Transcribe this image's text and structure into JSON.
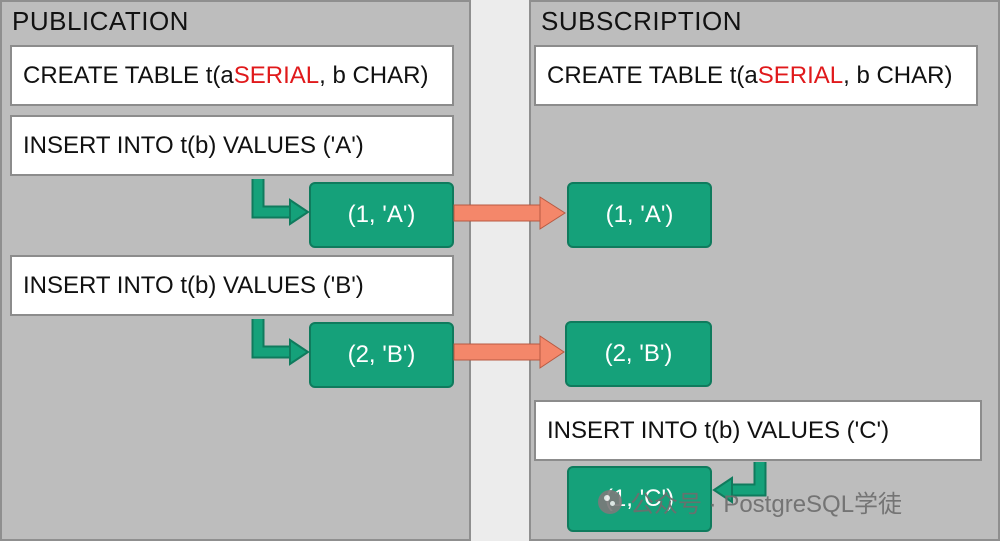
{
  "publication": {
    "title": "PUBLICATION",
    "create": {
      "pre": "CREATE TABLE t(a ",
      "kw": "SERIAL",
      "post": ", b CHAR)"
    },
    "insert_a": "INSERT INTO t(b) VALUES ('A')",
    "row_a": "(1, 'A')",
    "insert_b": "INSERT INTO t(b) VALUES ('B')",
    "row_b": "(2, 'B')"
  },
  "subscription": {
    "title": "SUBSCRIPTION",
    "create": {
      "pre": "CREATE TABLE t(a ",
      "kw": "SERIAL",
      "post": ", b CHAR)"
    },
    "row_a": "(1, 'A')",
    "row_b": "(2, 'B')",
    "insert_c": "INSERT INTO t(b) VALUES ('C')",
    "row_c": "(1, 'C')"
  },
  "watermark": "公众号 · PostgreSQL学徒",
  "colors": {
    "panel": "#bdbdbd",
    "row_green": "#15a17a",
    "replication_arrow": "#f4876a",
    "serial_keyword": "#e0191b"
  }
}
